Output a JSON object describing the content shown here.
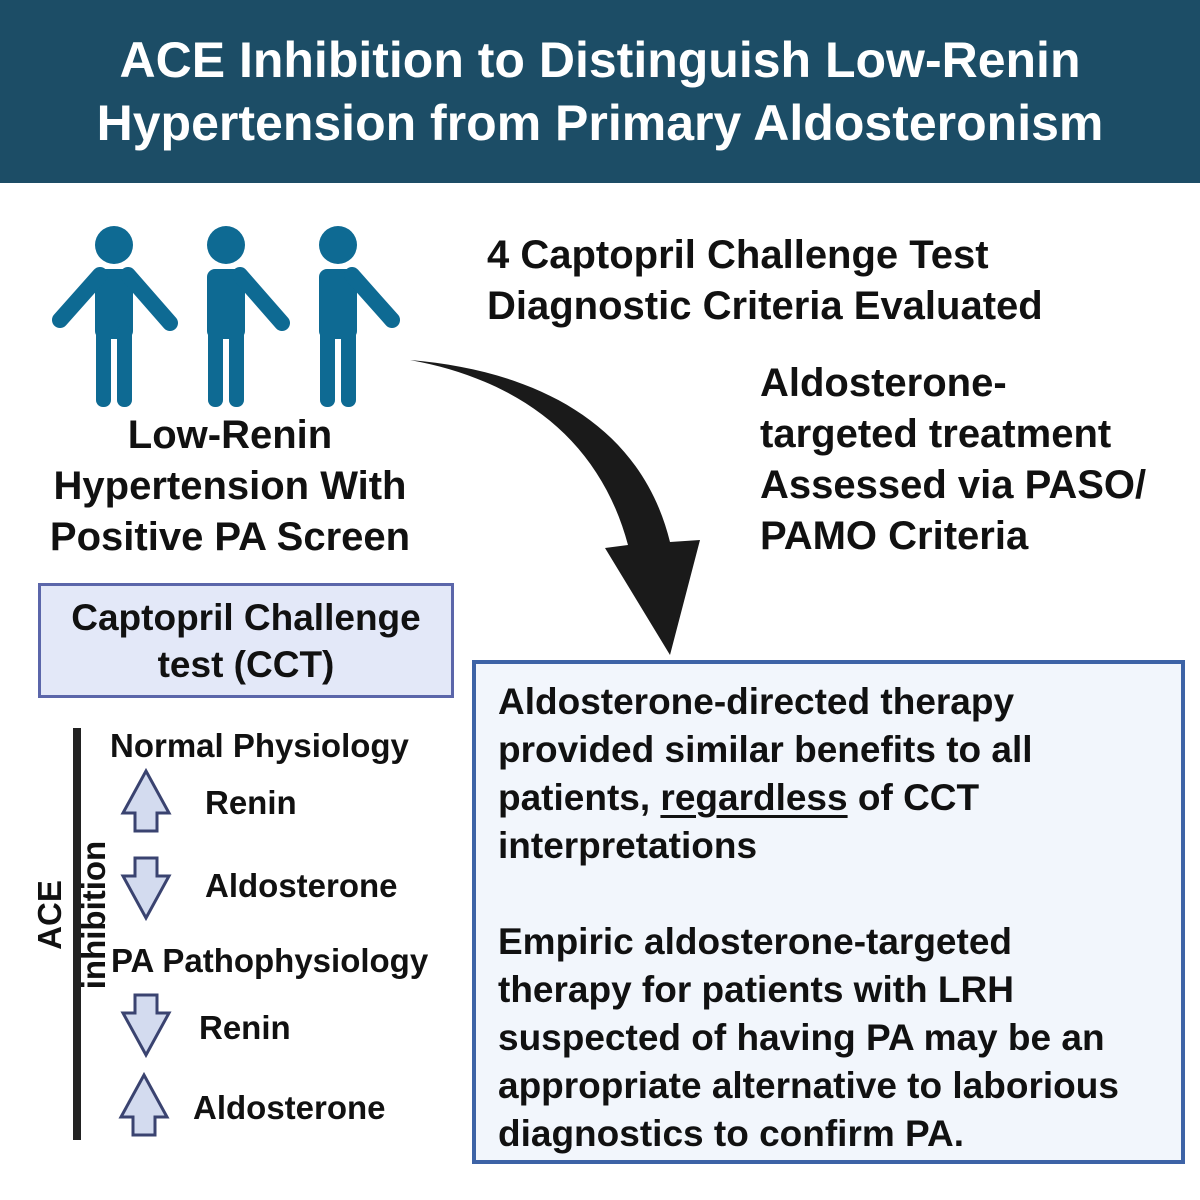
{
  "header": {
    "title_line1": "ACE Inhibition to Distinguish Low-Renin",
    "title_line2": "Hypertension from Primary Aldosteronism"
  },
  "population": {
    "icon": "people-holding-hands-icon",
    "lines": [
      "Low-Renin",
      "Hypertension With",
      "Positive PA Screen"
    ]
  },
  "criteria": {
    "lines": [
      "4 Captopril Challenge Test",
      "Diagnostic Criteria Evaluated"
    ]
  },
  "treatment": {
    "lines": [
      "Aldosterone-",
      "targeted treatment",
      "Assessed via PASO/",
      "PAMO Criteria"
    ]
  },
  "cct_box": {
    "lines": [
      "Captopril Challenge",
      "test (CCT)"
    ]
  },
  "ace": {
    "axis_label": "ACE inhibition",
    "normal": {
      "title": "Normal Physiology",
      "items": [
        {
          "direction": "up",
          "label": "Renin"
        },
        {
          "direction": "down",
          "label": "Aldosterone"
        }
      ]
    },
    "pa": {
      "title": "PA Pathophysiology",
      "items": [
        {
          "direction": "down",
          "label": "Renin"
        },
        {
          "direction": "up",
          "label": "Aldosterone"
        }
      ]
    }
  },
  "results": {
    "p1_line1": "Aldosterone-directed therapy",
    "p1_line2": "provided similar benefits to all",
    "p1_line3_pre": "patients, ",
    "p1_line3_emph": "regardless",
    "p1_line3_post": " of CCT",
    "p1_line4": "interpretations",
    "p2_lines": [
      "Empiric aldosterone-targeted",
      "therapy for patients with LRH",
      "suspected of having PA may be an",
      "appropriate alternative to laborious",
      "diagnostics to confirm PA."
    ]
  },
  "colors": {
    "header": "#1c4d66",
    "people": "#0e6a93",
    "box_border": "#3d63a6",
    "arrow_fill": "#d3dbef"
  }
}
